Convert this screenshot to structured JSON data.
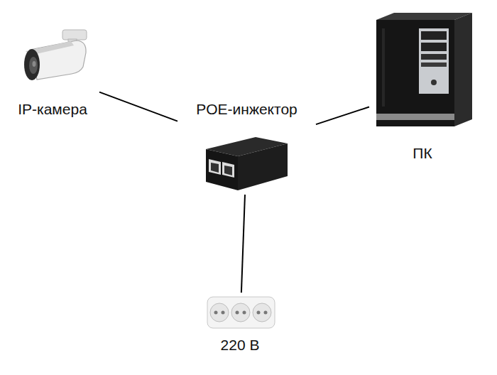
{
  "diagram": {
    "nodes": [
      {
        "text": [
          "IP-камера"
        ]
      },
      {
        "text": [
          "ПК"
        ]
      },
      {
        "text": [
          "POE-инжектор"
        ]
      },
      {
        "text": [
          "220 В"
        ]
      }
    ],
    "edges": [
      {
        "from": 0,
        "to": 2,
        "arrow": "none"
      },
      {
        "from": 1,
        "to": 2,
        "arrow": "none"
      },
      {
        "from": 2,
        "to": 3,
        "arrow": "none"
      }
    ]
  }
}
